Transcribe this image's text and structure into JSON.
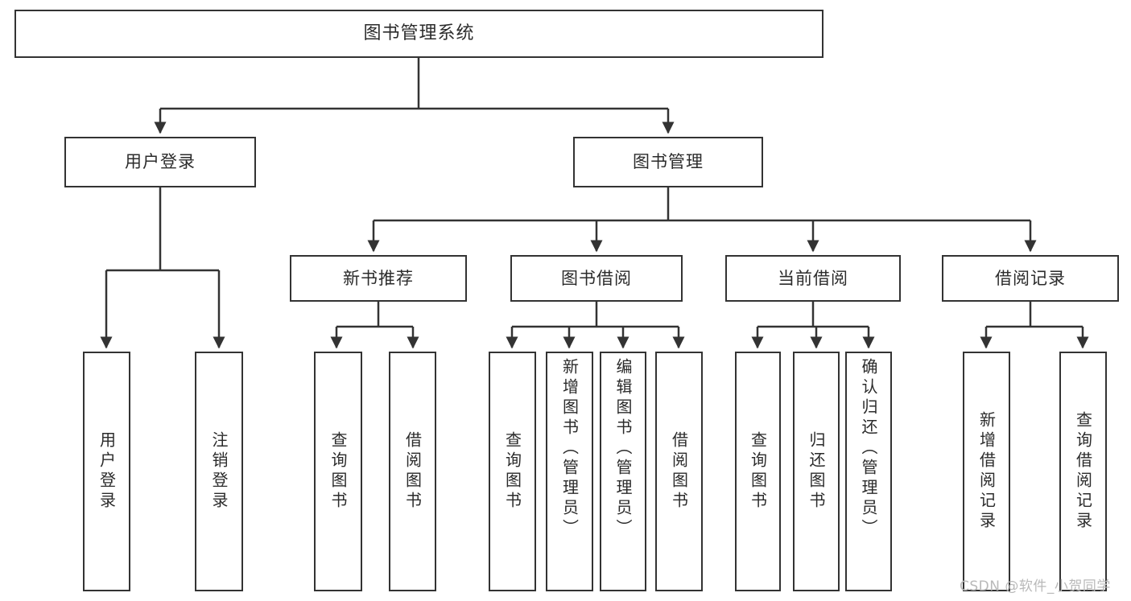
{
  "diagram": {
    "title": "图书管理系统",
    "type": "tree",
    "colors": {
      "box_border": "#333333",
      "box_fill": "#ffffff",
      "edge": "#333333",
      "text": "#2b2b2b",
      "watermark": "#b9b9b9",
      "background": "#ffffff"
    },
    "levels": {
      "root": [
        "图书管理系统"
      ],
      "level2": [
        "用户登录",
        "图书管理"
      ],
      "level3": [
        "新书推荐",
        "图书借阅",
        "当前借阅",
        "借阅记录"
      ],
      "leaves": [
        "用户登录",
        "注销登录",
        "查询图书",
        "借阅图书",
        "查询图书",
        "新增图书（管理员）",
        "编辑图书（管理员）",
        "借阅图书",
        "查询图书",
        "归还图书",
        "确认归还（管理员）",
        "新增借阅记录",
        "查询借阅记录"
      ]
    },
    "nodes": {
      "root": {
        "label": "图书管理系统"
      },
      "user_login": {
        "label": "用户登录"
      },
      "book_manage": {
        "label": "图书管理"
      },
      "new_book_rec": {
        "label": "新书推荐"
      },
      "book_borrow": {
        "label": "图书借阅"
      },
      "current_borrow": {
        "label": "当前借阅"
      },
      "borrow_record": {
        "label": "借阅记录"
      },
      "leaf_user_login": {
        "label": "用户登录"
      },
      "leaf_logout": {
        "label": "注销登录"
      },
      "leaf_query_book_1": {
        "label": "查询图书"
      },
      "leaf_borrow_book_1": {
        "label": "借阅图书"
      },
      "leaf_query_book_2": {
        "label": "查询图书"
      },
      "leaf_add_book": {
        "label": "新增图书（管理员）"
      },
      "leaf_edit_book": {
        "label": "编辑图书（管理员）"
      },
      "leaf_borrow_book_2": {
        "label": "借阅图书"
      },
      "leaf_query_book_3": {
        "label": "查询图书"
      },
      "leaf_return_book": {
        "label": "归还图书"
      },
      "leaf_confirm_return": {
        "label": "确认归还（管理员）"
      },
      "leaf_add_record": {
        "label": "新增借阅记录"
      },
      "leaf_query_record": {
        "label": "查询借阅记录"
      }
    },
    "edges": [
      {
        "from": "root",
        "to": "user_login"
      },
      {
        "from": "root",
        "to": "book_manage"
      },
      {
        "from": "user_login",
        "to": "leaf_user_login"
      },
      {
        "from": "user_login",
        "to": "leaf_logout"
      },
      {
        "from": "book_manage",
        "to": "new_book_rec"
      },
      {
        "from": "book_manage",
        "to": "book_borrow"
      },
      {
        "from": "book_manage",
        "to": "current_borrow"
      },
      {
        "from": "book_manage",
        "to": "borrow_record"
      },
      {
        "from": "new_book_rec",
        "to": "leaf_query_book_1"
      },
      {
        "from": "new_book_rec",
        "to": "leaf_borrow_book_1"
      },
      {
        "from": "book_borrow",
        "to": "leaf_query_book_2"
      },
      {
        "from": "book_borrow",
        "to": "leaf_add_book"
      },
      {
        "from": "book_borrow",
        "to": "leaf_edit_book"
      },
      {
        "from": "book_borrow",
        "to": "leaf_borrow_book_2"
      },
      {
        "from": "current_borrow",
        "to": "leaf_query_book_3"
      },
      {
        "from": "current_borrow",
        "to": "leaf_return_book"
      },
      {
        "from": "current_borrow",
        "to": "leaf_confirm_return"
      },
      {
        "from": "borrow_record",
        "to": "leaf_add_record"
      },
      {
        "from": "borrow_record",
        "to": "leaf_query_record"
      }
    ]
  },
  "watermark": {
    "text": "CSDN @软件_小贺同学"
  }
}
